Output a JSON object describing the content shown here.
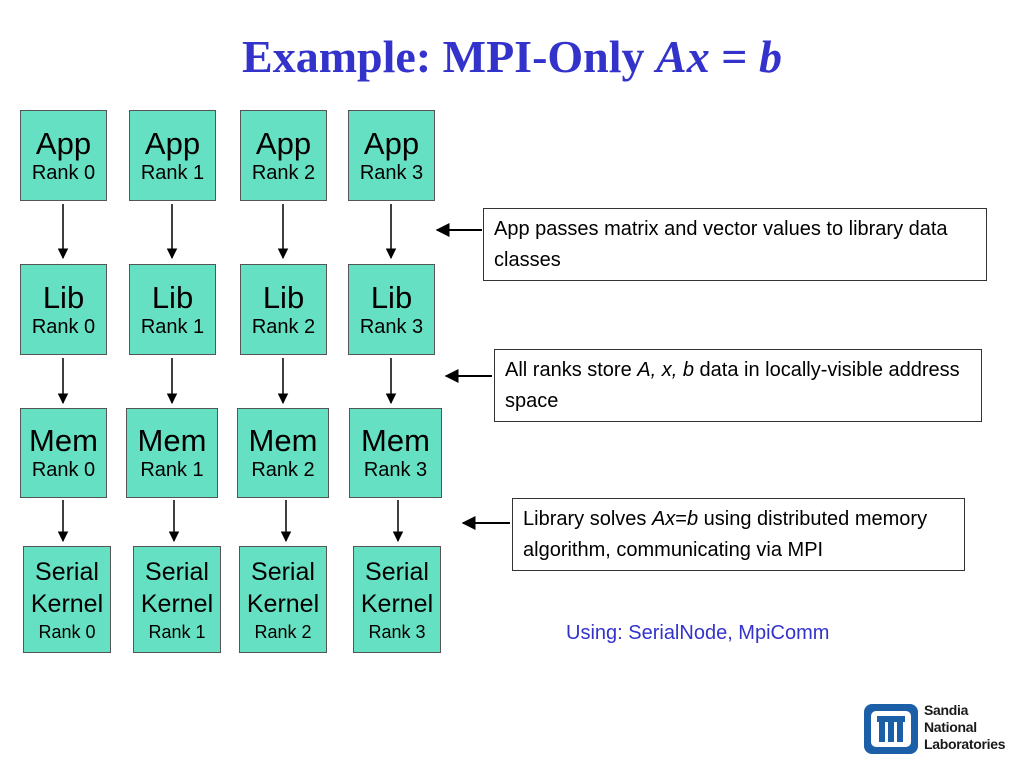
{
  "title": {
    "prefix": "Example: MPI-Only ",
    "eq_a": "Ax",
    "eq_op": " = ",
    "eq_b": "b"
  },
  "rows": {
    "app": [
      {
        "name": "App",
        "rank": "Rank 0"
      },
      {
        "name": "App",
        "rank": "Rank 1"
      },
      {
        "name": "App",
        "rank": "Rank 2"
      },
      {
        "name": "App",
        "rank": "Rank 3"
      }
    ],
    "lib": [
      {
        "name": "Lib",
        "rank": "Rank 0"
      },
      {
        "name": "Lib",
        "rank": "Rank 1"
      },
      {
        "name": "Lib",
        "rank": "Rank 2"
      },
      {
        "name": "Lib",
        "rank": "Rank 3"
      }
    ],
    "mem": [
      {
        "name": "Mem",
        "rank": "Rank 0"
      },
      {
        "name": "Mem",
        "rank": "Rank 1"
      },
      {
        "name": "Mem",
        "rank": "Rank 2"
      },
      {
        "name": "Mem",
        "rank": "Rank 3"
      }
    ],
    "kernel": [
      {
        "line1": "Serial",
        "line2": "Kernel",
        "rank": "Rank 0"
      },
      {
        "line1": "Serial",
        "line2": "Kernel",
        "rank": "Rank 1"
      },
      {
        "line1": "Serial",
        "line2": "Kernel",
        "rank": "Rank 2"
      },
      {
        "line1": "Serial",
        "line2": "Kernel",
        "rank": "Rank 3"
      }
    ]
  },
  "notes": {
    "note1": {
      "text": "App passes matrix and vector values to library data classes"
    },
    "note2": {
      "pre": "All ranks store ",
      "em": "A, x, b",
      "post": " data in locally-visible address space"
    },
    "note3": {
      "pre": "Library solves ",
      "em1": "Ax",
      "mid": "=",
      "em2": "b",
      "post": " using distributed memory algorithm, communicating via MPI"
    }
  },
  "using": "Using: SerialNode, MpiComm",
  "logo": {
    "line1": "Sandia",
    "line2": "National",
    "line3": "Laboratories"
  },
  "colors": {
    "title": "#3333cc",
    "box": "#66e0c2",
    "using": "#3333cc",
    "logo": "#1a5fa8"
  }
}
